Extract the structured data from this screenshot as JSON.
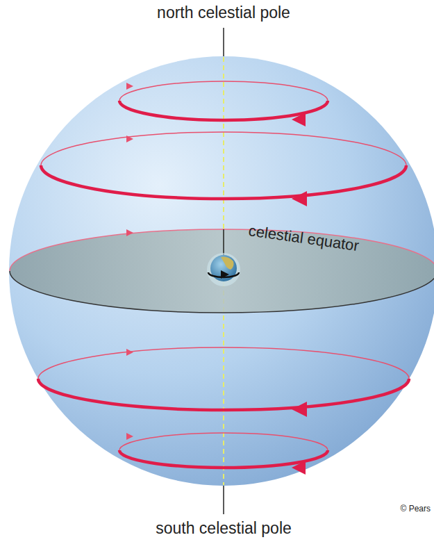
{
  "diagram": {
    "labels": [
      "north celestial pole",
      "celestial equator",
      "south celestial pole",
      "© Pears"
    ]
  }
}
